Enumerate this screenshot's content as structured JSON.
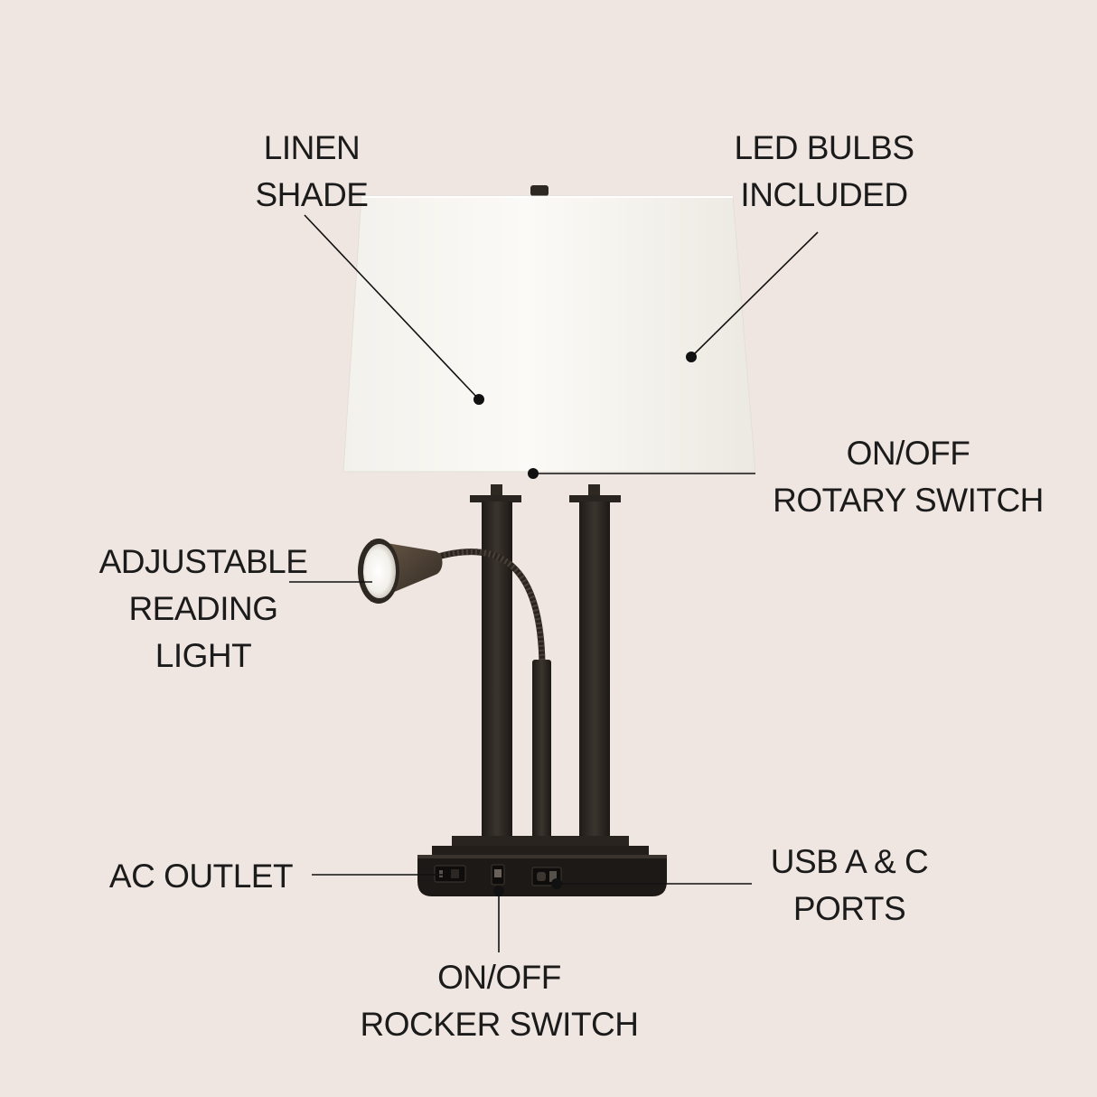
{
  "callouts": {
    "linen_shade": [
      "LINEN",
      "SHADE"
    ],
    "led_bulbs": [
      "LED BULBS",
      "INCLUDED"
    ],
    "rotary_switch": [
      "ON/OFF",
      "ROTARY SWITCH"
    ],
    "reading_light": [
      "ADJUSTABLE",
      "READING",
      "LIGHT"
    ],
    "ac_outlet": [
      "AC OUTLET"
    ],
    "usb_ports": [
      "USB A & C",
      "PORTS"
    ],
    "rocker_switch": [
      "ON/OFF",
      "ROCKER SWITCH"
    ]
  },
  "colors": {
    "background": "#f0e6e1",
    "text": "#1b1b1b",
    "lamp_metal": "#2e2823",
    "shade": "#f7f5f0"
  }
}
